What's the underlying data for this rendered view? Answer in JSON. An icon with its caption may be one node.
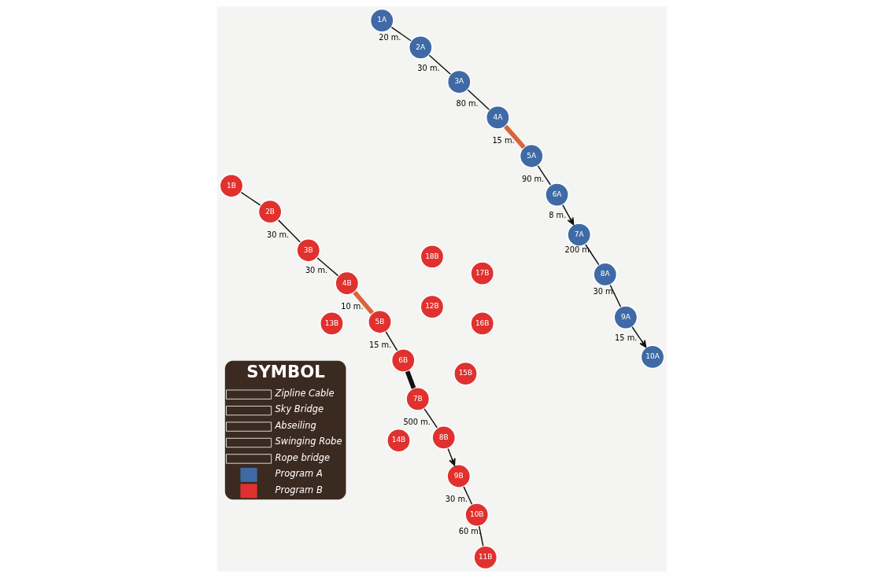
{
  "diagram": {
    "nodes": [
      {
        "text": [
          "1A"
        ]
      },
      {
        "text": [
          "2A"
        ]
      },
      {
        "text": [
          "3A"
        ]
      },
      {
        "text": [
          "4A"
        ]
      },
      {
        "text": [
          "5A"
        ]
      },
      {
        "text": [
          "6A"
        ]
      },
      {
        "text": [
          "7A"
        ]
      },
      {
        "text": [
          "8A"
        ]
      },
      {
        "text": [
          "9A"
        ]
      },
      {
        "text": [
          "10A"
        ]
      },
      {
        "text": [
          "1B"
        ]
      },
      {
        "text": [
          "2B"
        ]
      },
      {
        "text": [
          "3B"
        ]
      },
      {
        "text": [
          "4B"
        ]
      },
      {
        "text": [
          "5B"
        ]
      },
      {
        "text": [
          "6B"
        ]
      },
      {
        "text": [
          "7B"
        ]
      },
      {
        "text": [
          "8B"
        ]
      },
      {
        "text": [
          "9B"
        ]
      },
      {
        "text": [
          "10B"
        ]
      },
      {
        "text": [
          "11B"
        ]
      },
      {
        "text": [
          "12B"
        ]
      },
      {
        "text": [
          "13B"
        ]
      },
      {
        "text": [
          "14B"
        ]
      },
      {
        "text": [
          "15B"
        ]
      },
      {
        "text": [
          "16B"
        ]
      },
      {
        "text": [
          "17B"
        ]
      },
      {
        "text": [
          "18B"
        ]
      }
    ],
    "edges": [
      {
        "from": 0,
        "to": 1,
        "arrow": "none",
        "label": "20 m."
      },
      {
        "from": 1,
        "to": 2,
        "arrow": "none",
        "label": "30 m."
      },
      {
        "from": 2,
        "to": 3,
        "arrow": "none",
        "label": "80 m."
      },
      {
        "from": 3,
        "to": 4,
        "arrow": "none",
        "label": "15 m.",
        "style": "thick",
        "color": "#d9643a"
      },
      {
        "from": 4,
        "to": 5,
        "arrow": "none",
        "label": "90 m."
      },
      {
        "from": 5,
        "to": 6,
        "arrow": "to",
        "label": "8 m."
      },
      {
        "from": 6,
        "to": 7,
        "arrow": "none",
        "label": "200 m."
      },
      {
        "from": 7,
        "to": 8,
        "arrow": "none",
        "label": "30 m."
      },
      {
        "from": 8,
        "to": 9,
        "arrow": "to",
        "label": "15 m."
      },
      {
        "from": 10,
        "to": 11,
        "arrow": "none"
      },
      {
        "from": 11,
        "to": 12,
        "arrow": "none",
        "label": "30 m."
      },
      {
        "from": 12,
        "to": 13,
        "arrow": "none",
        "label": "30 m."
      },
      {
        "from": 13,
        "to": 14,
        "arrow": "none",
        "label": "10 m.",
        "style": "thick",
        "color": "#d9643a"
      },
      {
        "from": 14,
        "to": 15,
        "arrow": "none",
        "label": "15 m."
      },
      {
        "from": 15,
        "to": 16,
        "arrow": "none",
        "style": "thick"
      },
      {
        "from": 16,
        "to": 17,
        "arrow": "none",
        "label": "500 m."
      },
      {
        "from": 17,
        "to": 18,
        "arrow": "to"
      },
      {
        "from": 18,
        "to": 19,
        "arrow": "none",
        "label": "30 m."
      },
      {
        "from": 19,
        "to": 20,
        "arrow": "none",
        "label": "60 m."
      }
    ],
    "labels": [
      "SYMBOL"
    ],
    "legend": [
      {
        "text": "Zipline Cable"
      },
      {
        "text": "Sky Bridge"
      },
      {
        "text": "Abseiling"
      },
      {
        "text": "Swinging Robe"
      },
      {
        "text": "Rope bridge"
      },
      {
        "text": "Program A",
        "color": "#3f6aa6"
      },
      {
        "text": "Program B",
        "color": "#e0312f"
      }
    ]
  }
}
